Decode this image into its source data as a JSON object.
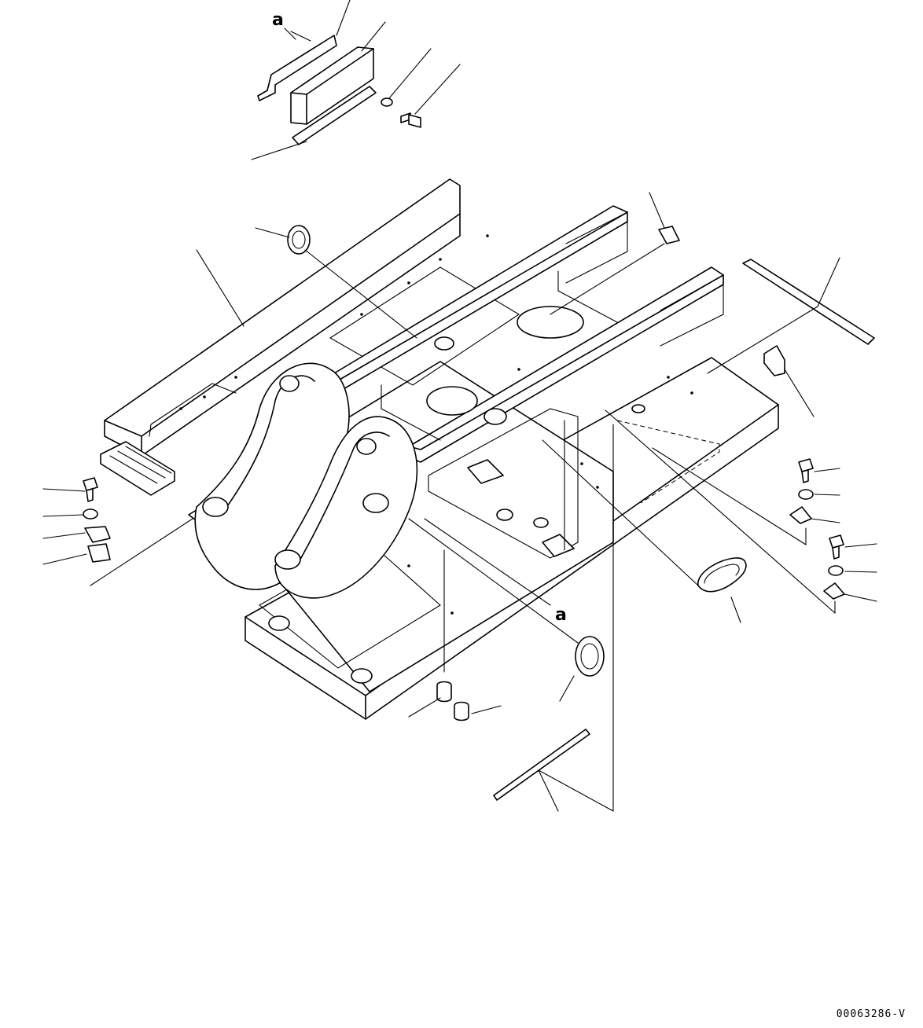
{
  "callout_letter_top": "a",
  "callout_letter_center": "a",
  "drawing_number": "00063286-V"
}
